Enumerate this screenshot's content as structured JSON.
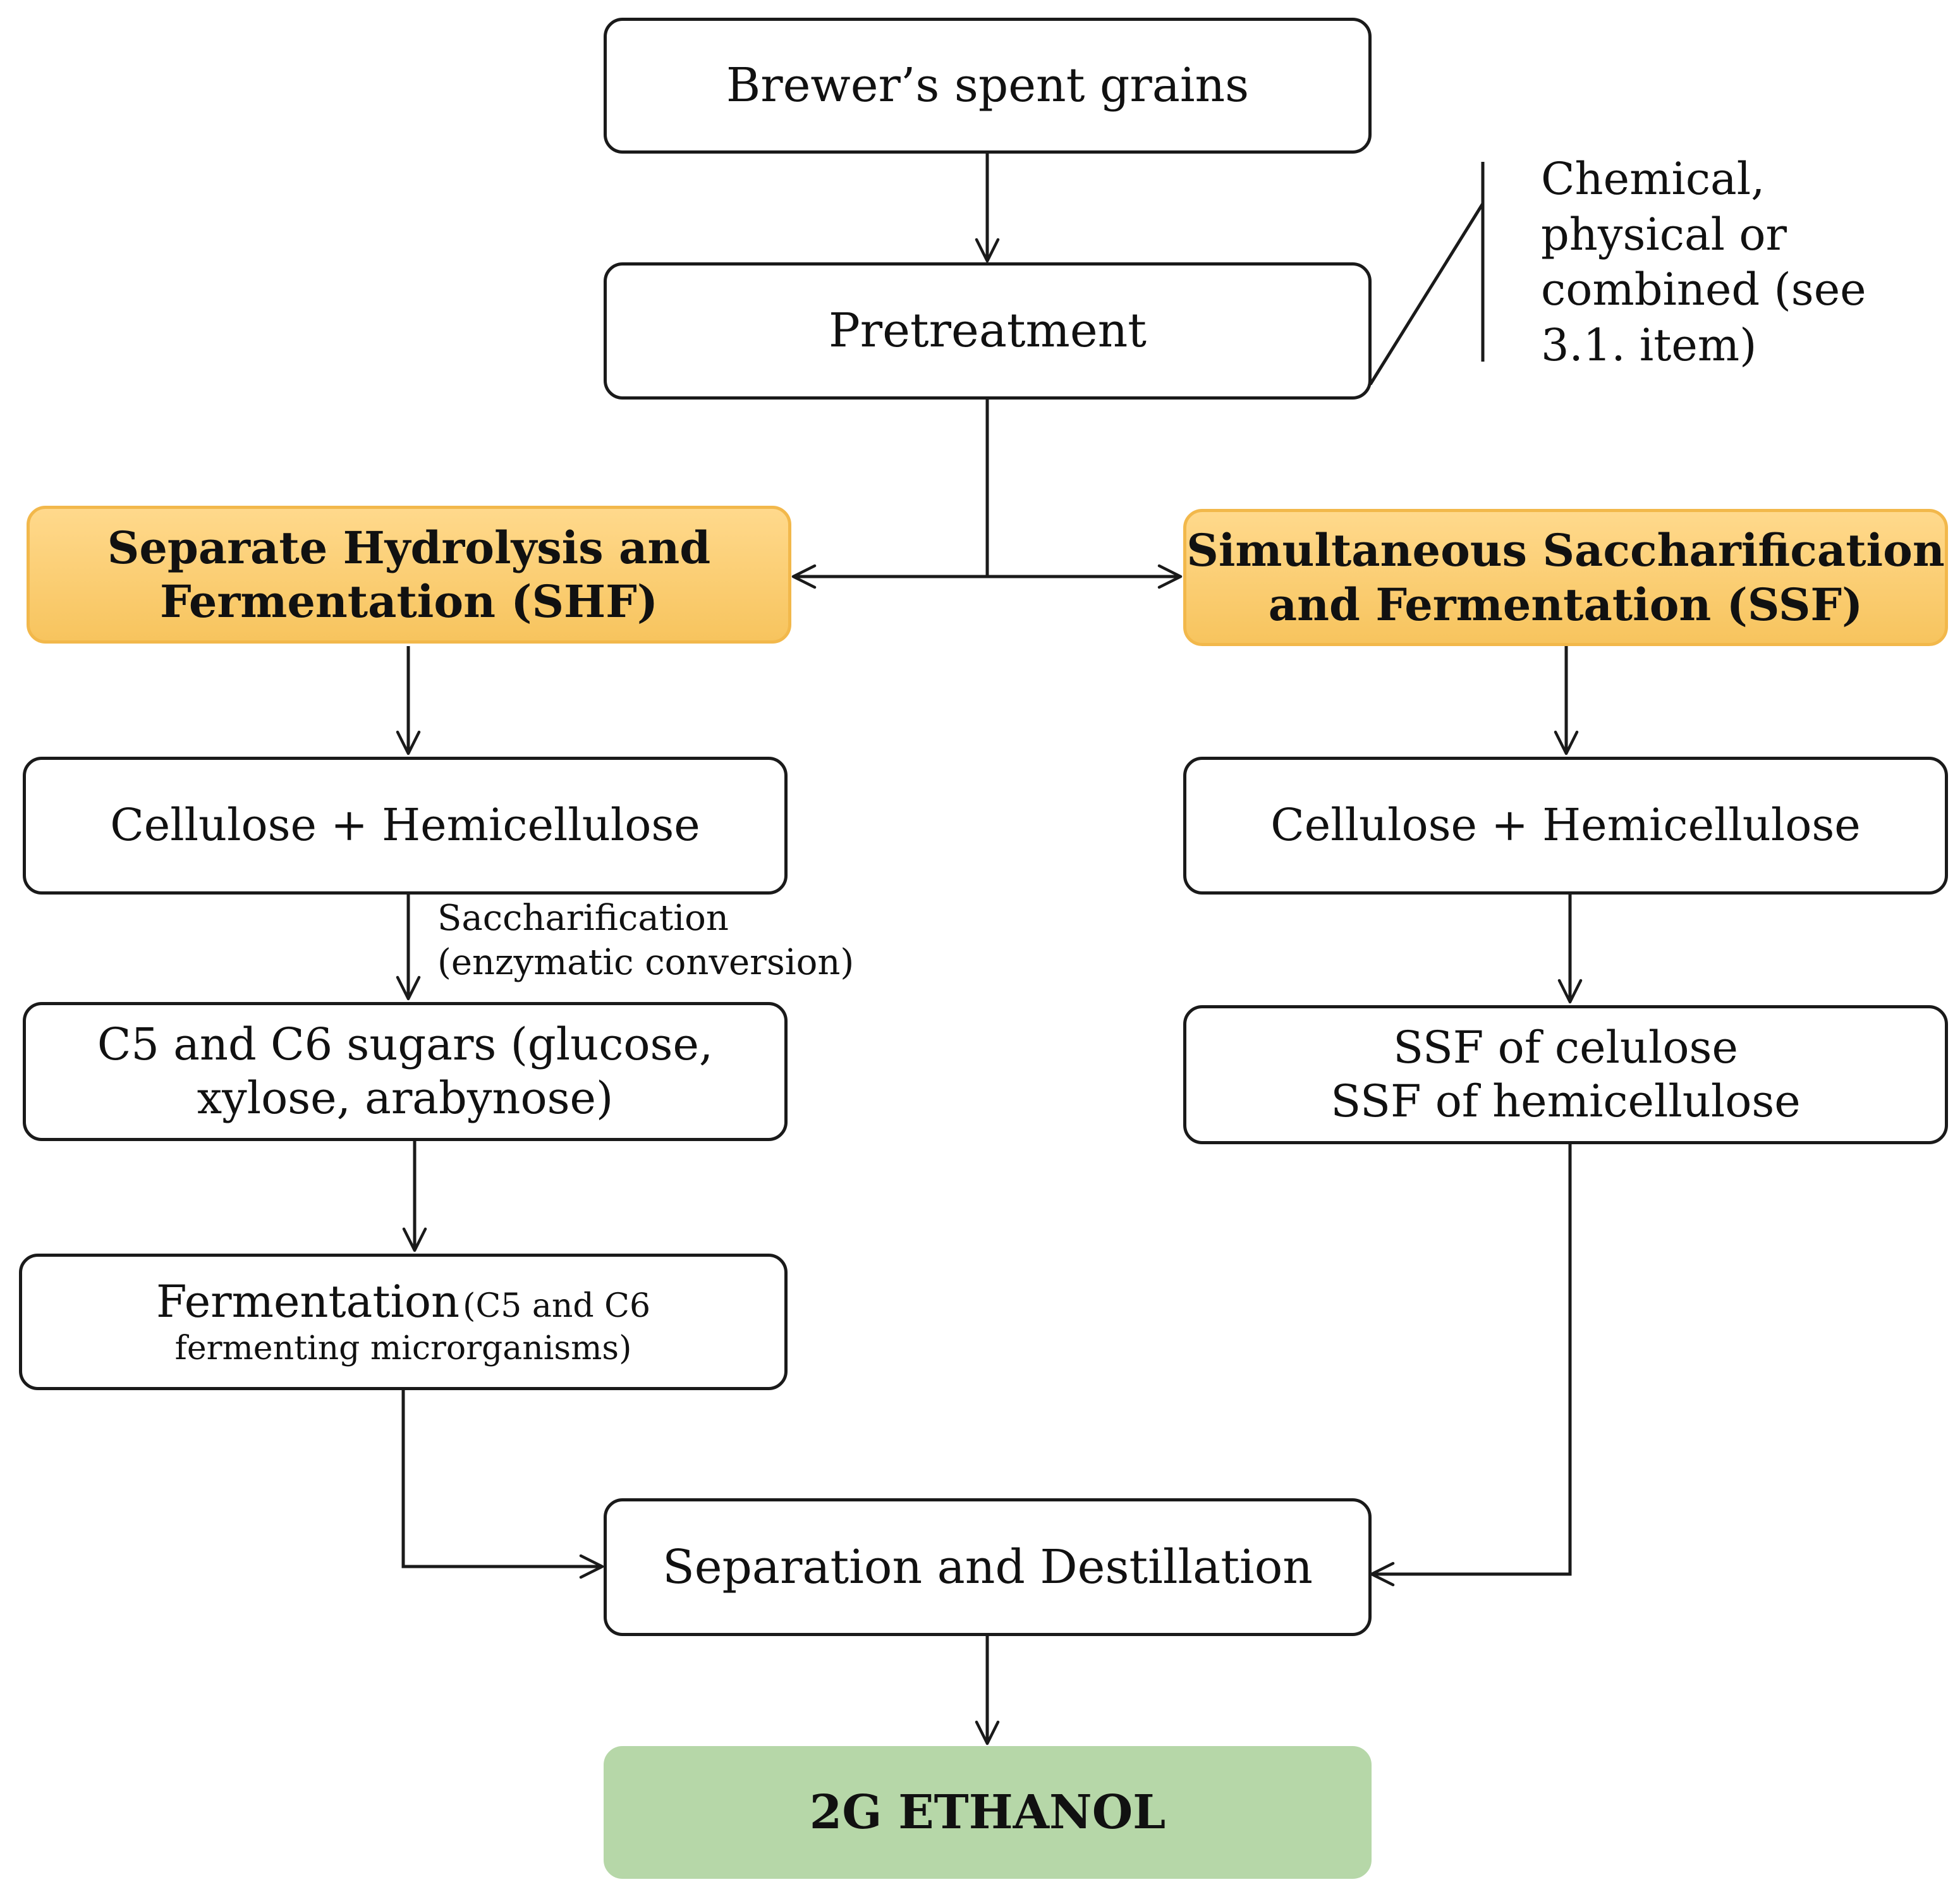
{
  "diagram": {
    "nodes": {
      "source": {
        "text": "Brewer’s spent grains"
      },
      "pretreatment": {
        "text": "Pretreatment"
      },
      "shf": {
        "line1": "Separate Hydrolysis  and",
        "line2": "Fermentation (SHF)"
      },
      "ssf": {
        "line1": "Simultaneous  Saccharification",
        "line2": "and Fermentation (SSF)"
      },
      "shf_substrate": {
        "text": "Cellulose + Hemicellulose"
      },
      "ssf_substrate": {
        "text": "Cellulose + Hemicellulose"
      },
      "sugars": {
        "line1": "C5 and C6 sugars (glucose,",
        "line2": "xylose, arabynose)"
      },
      "ssf_products": {
        "line1": "SSF of celulose",
        "line2": "SSF of hemicellulose"
      },
      "fermentation": {
        "line1_main": "Fermentation",
        "line1_small": "(C5 and C6",
        "line2": "fermenting microrganisms)"
      },
      "separation": {
        "text": "Separation and Destillation"
      },
      "ethanol": {
        "text": "2G ETHANOL"
      }
    },
    "annotations": {
      "pretreatment_note": [
        "Chemical,",
        "physical or",
        "combined (see",
        "3.1. item)"
      ],
      "saccharification_note": [
        "Saccharification",
        "(enzymatic conversion)"
      ]
    },
    "edges": [
      {
        "from": "source",
        "to": "pretreatment"
      },
      {
        "from": "pretreatment",
        "to": "shf"
      },
      {
        "from": "pretreatment",
        "to": "ssf"
      },
      {
        "from": "shf",
        "to": "shf_substrate"
      },
      {
        "from": "shf_substrate",
        "to": "sugars",
        "label": "Saccharification (enzymatic conversion)"
      },
      {
        "from": "sugars",
        "to": "fermentation"
      },
      {
        "from": "fermentation",
        "to": "separation"
      },
      {
        "from": "ssf",
        "to": "ssf_substrate"
      },
      {
        "from": "ssf_substrate",
        "to": "ssf_products"
      },
      {
        "from": "ssf_products",
        "to": "separation"
      },
      {
        "from": "separation",
        "to": "ethanol"
      }
    ],
    "colors": {
      "method_fill": "#f7c45e",
      "method_border": "#f2b84b",
      "product_fill": "#b6d7a8",
      "line": "#1a1a1a"
    }
  }
}
